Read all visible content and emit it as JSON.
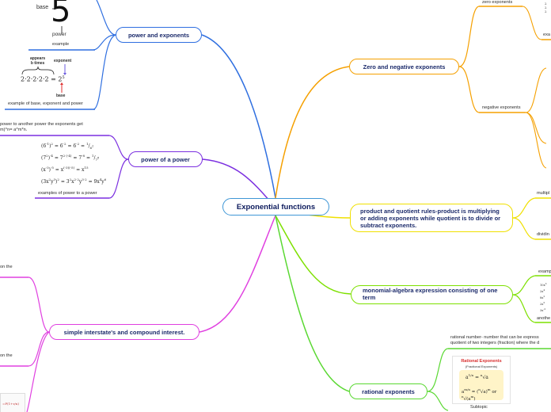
{
  "central": "Exponential functions",
  "colors": {
    "blue": "#2f6fe0",
    "purple": "#7b2fe0",
    "pink": "#e040e0",
    "orange": "#f5a000",
    "yellow": "#f0e000",
    "green": "#7de000",
    "green2": "#5ad832",
    "central_border": "#3f97d6"
  },
  "left": {
    "power_and_exponents": {
      "title": "power and exponents",
      "img1_base": "base",
      "img1_five": "5",
      "img1_power": "power",
      "example_label": "example",
      "img2_appears": "appears\nb times",
      "img2_exponent": "exponent",
      "img2_expr": "2·2·2·2·2 = 2",
      "img2_sup": "5",
      "img2_base": "base",
      "caption": "example of base, exponent and power"
    },
    "power_of_a_power": {
      "title": "power of a power",
      "note": "power to another power the exponents get\nm)^n= a^m*n.",
      "caption": "examples of power to a power"
    },
    "interest": {
      "title": "simple interstate's and compound interest.",
      "cut1": "on the",
      "cut2": "on the"
    }
  },
  "right": {
    "zero_negative": {
      "title": "Zero and negative exponents",
      "zero": "zero exponents",
      "negative": "negative exponents",
      "exa": "exa"
    },
    "product_quotient": {
      "title": "product and quotient rules-product is multiplying or adding exponents while quotient is to divide or subtract exponents.",
      "mult": "multipl",
      "div": "dividin"
    },
    "monomial": {
      "title": "monomial-algebra expression consisting of one term",
      "examp": "examp",
      "another": "anothe"
    },
    "rational": {
      "title": "rational exponents",
      "note": "rational number- number that can be express\nquotient of two integers (fraction) where the d",
      "img_title": "Rational Exponents",
      "img_sub": "(Fractional Exponents)",
      "subtopic": "Subtopic"
    }
  }
}
